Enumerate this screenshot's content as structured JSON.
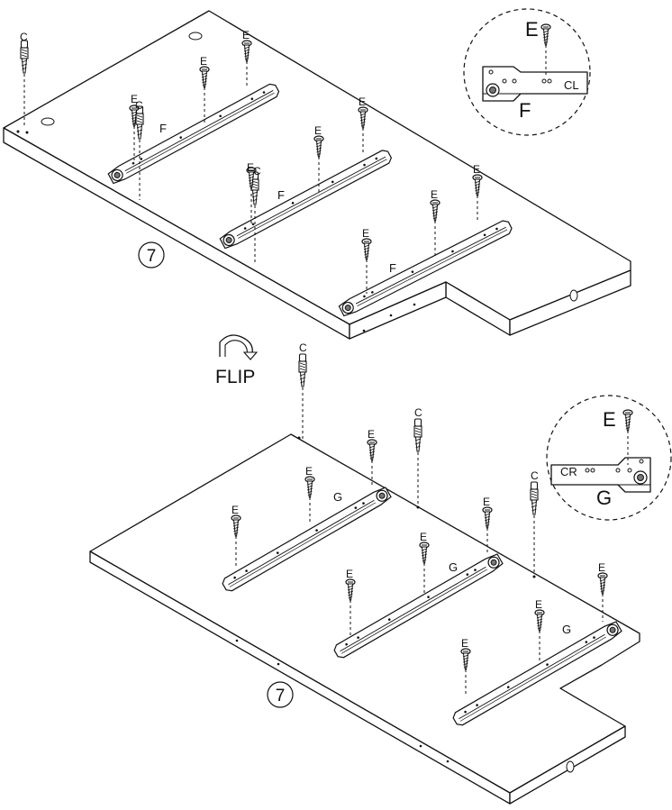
{
  "step_number": "7",
  "flip_label": "FLIP",
  "part_labels": {
    "c": "C",
    "e": "E",
    "f": "F",
    "g": "G"
  },
  "detail_top": {
    "screw": "E",
    "slide": "F",
    "side": "CL"
  },
  "detail_bottom": {
    "screw": "E",
    "slide": "G",
    "side": "CR"
  },
  "colors": {
    "line": "#111111",
    "background": "#ffffff"
  },
  "icons": [
    "flip-arrow-icon",
    "screw-e-icon",
    "dowel-c-icon",
    "drawer-slide-icon"
  ]
}
